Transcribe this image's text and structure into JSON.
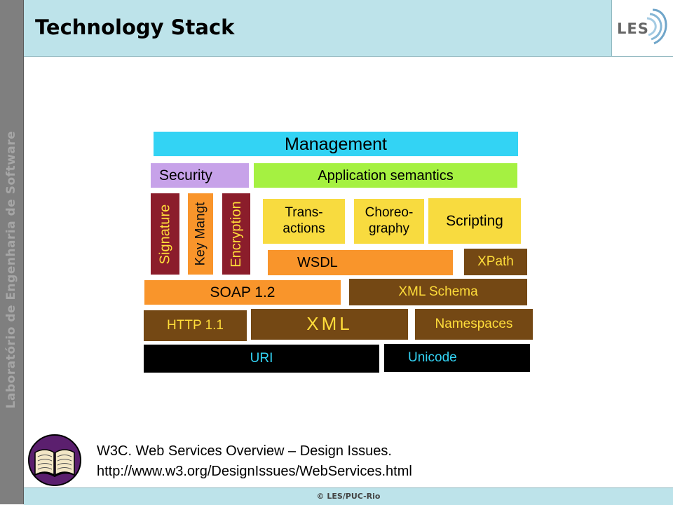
{
  "slide": {
    "title": "Technology Stack",
    "logo": "LES",
    "sidebar_text": "Laboratório de Engenharia de Software",
    "footer": "© LES/PUC-Rio"
  },
  "diagram": {
    "management": "Management",
    "security": "Security",
    "application_semantics": "Application semantics",
    "signature": "Signature",
    "key_mangt": "Key Mangt",
    "encryption": "Encryption",
    "transactions": "Trans-\nactions",
    "choreography": "Choreo-\ngraphy",
    "scripting": "Scripting",
    "wsdl": "WSDL",
    "xpath": "XPath",
    "soap": "SOAP 1.2",
    "xml_schema": "XML Schema",
    "http": "HTTP 1.1",
    "xml": "XML",
    "namespaces": "Namespaces",
    "uri": "URI",
    "unicode": "Unicode"
  },
  "reference": {
    "line1": "W3C. Web Services Overview – Design Issues.",
    "line2": "http://www.w3.org/DesignIssues/WebServices.html"
  },
  "colors": {
    "cyan": "#33d3f4",
    "lavender": "#c7a2e9",
    "green": "#a5f141",
    "maroon": "#8b1d2b",
    "yellow": "#f8db3f",
    "orange": "#f9952b",
    "brown": "#744814",
    "black": "#000000",
    "header_bg": "#bde3ea"
  }
}
